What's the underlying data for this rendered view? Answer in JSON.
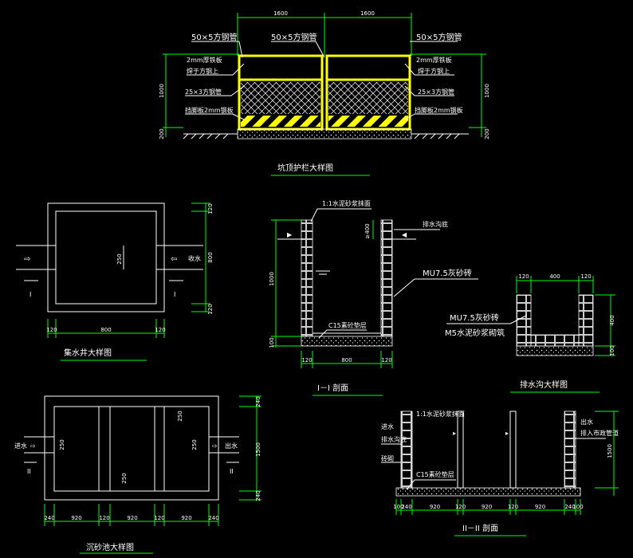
{
  "colors": {
    "background": "#000000",
    "lines": "#ffffff",
    "dimensions": "#00ff00",
    "rail": "#ffff00",
    "hatch": "#ffff00",
    "stripe": "#ffff00"
  },
  "railing": {
    "title": "坑顶护栏大样图",
    "dims_top": [
      "1600",
      "1600"
    ],
    "dim_left_height": "1000",
    "dim_left_base": "200",
    "dim_right_height": "1000",
    "dim_right_base": "200",
    "labels_left": [
      "50×5方钢管",
      "2mm厚铁板",
      "焊于方钢上",
      "25×3方钢管",
      "挡脚板2mm钢板"
    ],
    "label_center": "50×5方钢管",
    "labels_right": [
      "50×5方钢管",
      "2mm厚铁板",
      "焊于方钢上",
      "25×3方钢管",
      "挡脚板2mm钢板"
    ]
  },
  "well": {
    "title": "集水井大样图",
    "inlet_left_icon": "arrow-right-icon",
    "inlet_right_icon": "arrow-left-icon",
    "inlet_label": "收水",
    "pipe_dim": "250",
    "section_mark": "I",
    "dims_bottom": [
      "120",
      "800",
      "120"
    ],
    "dims_right": [
      "120",
      "800",
      "120"
    ]
  },
  "section1": {
    "title": "I－I 剖面",
    "label_top": "1:1水泥砂浆抹面",
    "label_drain": "排水沟底",
    "label_wall": "MU7.5灰砂砖",
    "label_base": "C15素砼垫层",
    "dim_top": "≥400",
    "dim_height": "1000",
    "dim_base": "100",
    "dims_bottom": [
      "120",
      "800",
      "120"
    ]
  },
  "ditch": {
    "title": "排水沟大样图",
    "label_brick": "MU7.5灰砂砖",
    "label_mortar": "M5水泥砂浆砌筑",
    "dims_top": [
      "120",
      "400",
      "120"
    ],
    "dims_right": [
      "400",
      "100"
    ]
  },
  "sedtank": {
    "title": "沉砂池大样图",
    "in_label": "进水",
    "out_label": "出水",
    "pipe_in": "250",
    "pipe_out": "250",
    "baffle_dim_top": "250",
    "baffle_dim_bottom": "250",
    "section_mark": "II",
    "dims_bottom": [
      "240",
      "920",
      "120",
      "920",
      "120",
      "920",
      "240"
    ],
    "dims_right": [
      "240",
      "1500",
      "240"
    ]
  },
  "section2": {
    "title": "II－II 剖面",
    "label_top": "1:1水泥砂浆抹面",
    "label_in1": "进水",
    "label_in2": "排水沟底",
    "label_brick": "砖砌",
    "label_base": "C15素砼垫层",
    "label_out1": "出水",
    "label_out2": "排入市政管道",
    "dim_right": "1500",
    "dims_bottom": [
      "100",
      "240",
      "920",
      "120",
      "920",
      "120",
      "920",
      "240",
      "100"
    ]
  }
}
